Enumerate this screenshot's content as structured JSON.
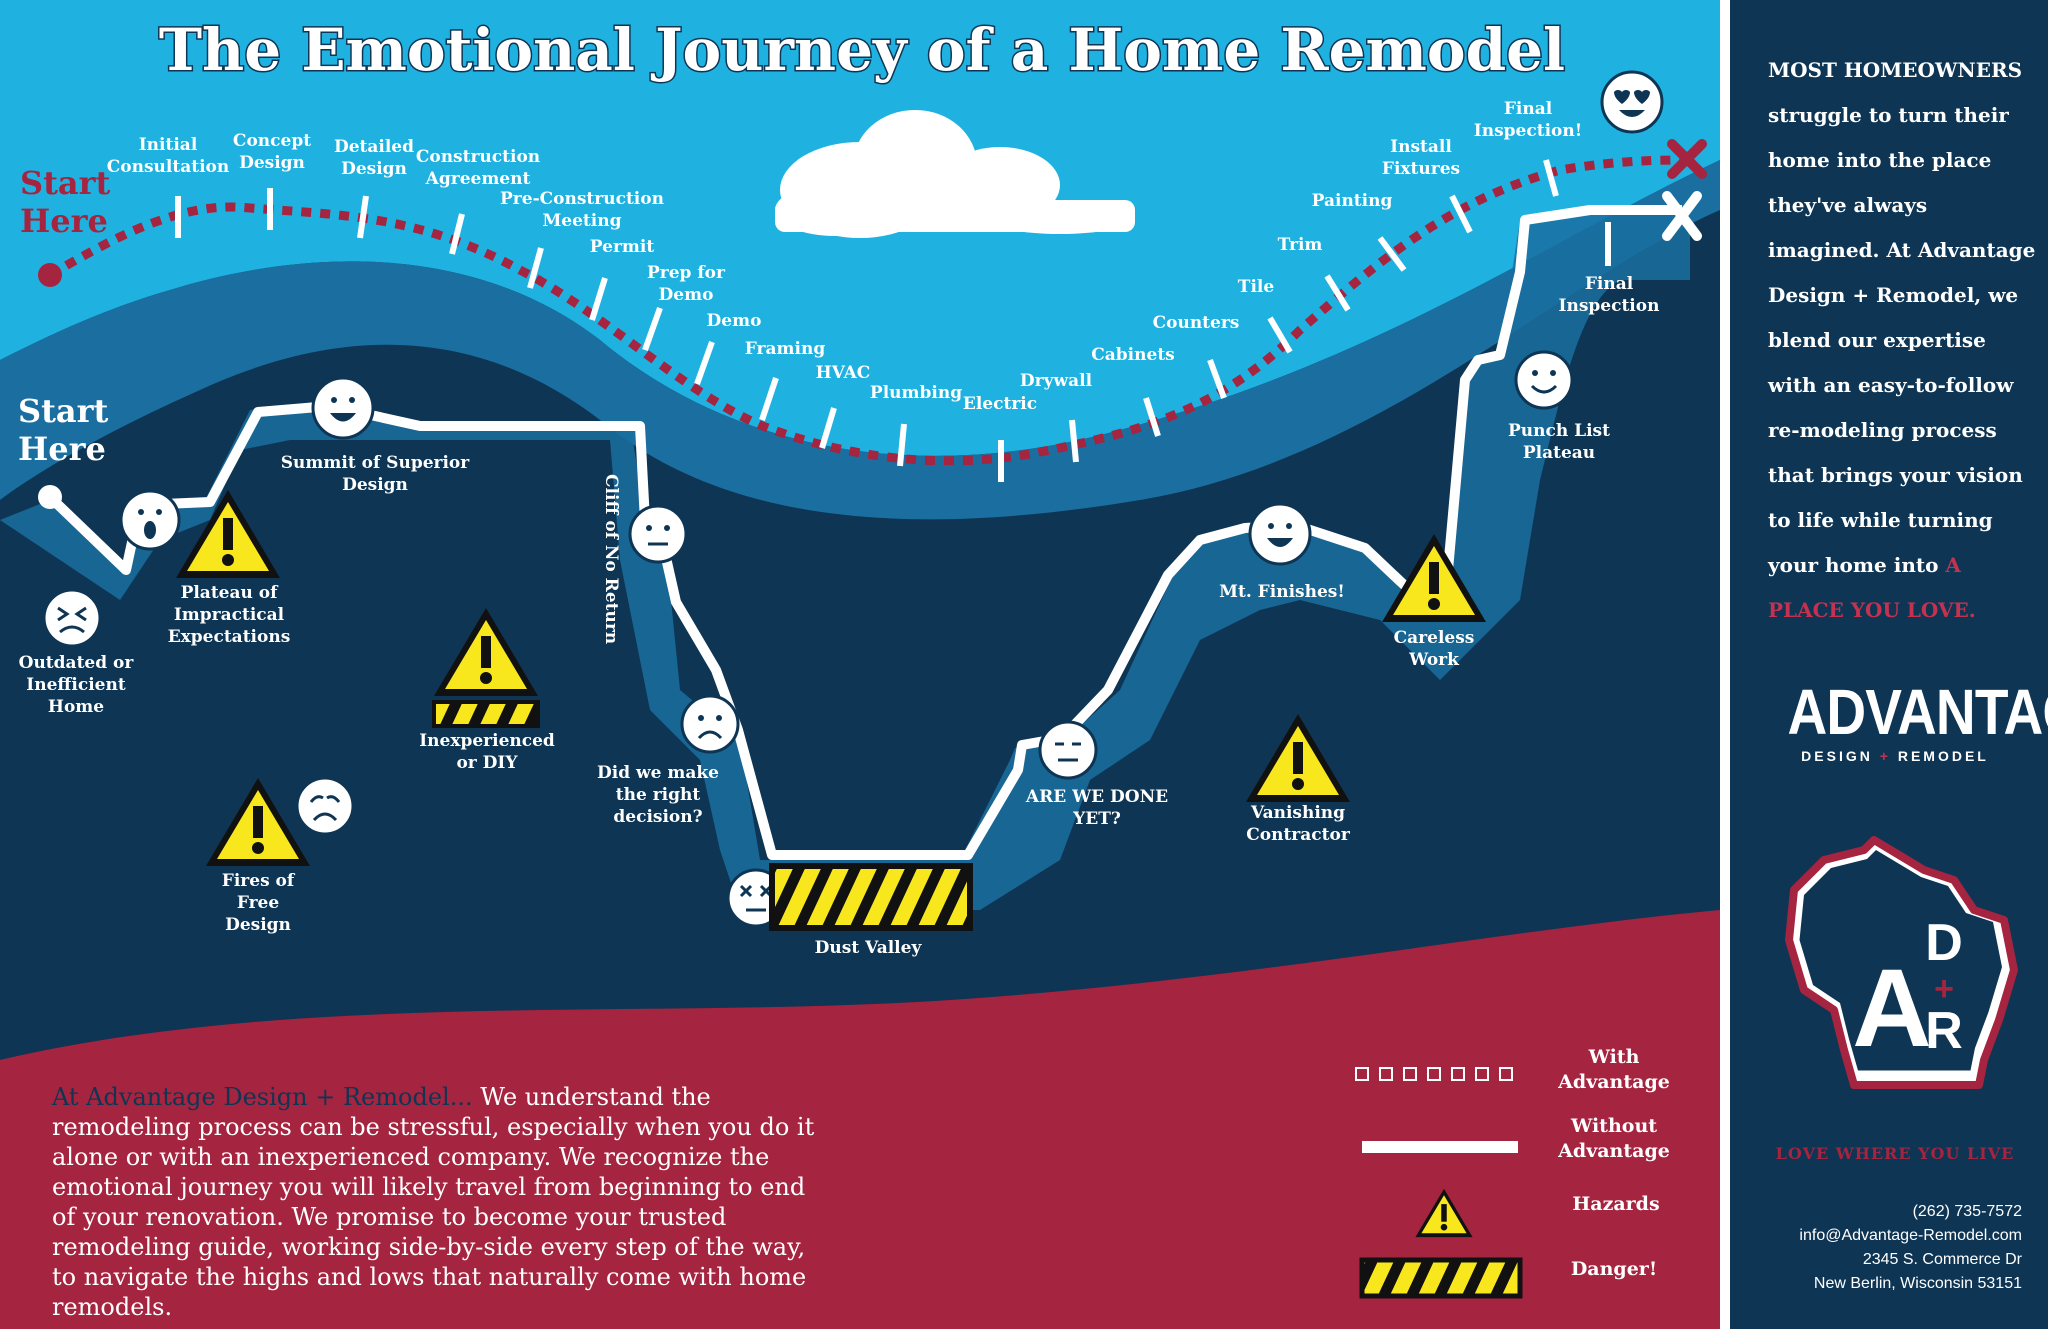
{
  "title": "The Emotional Journey of a Home Remodel",
  "colors": {
    "sky": "#1fb2e1",
    "mid_blue": "#1a6fa0",
    "navy": "#0e3554",
    "crimson": "#a5243f",
    "white": "#ffffff",
    "hazard_yellow": "#f8e71c"
  },
  "start_top": {
    "line1": "Start",
    "line2": "Here"
  },
  "start_bottom": {
    "line1": "Start",
    "line2": "Here"
  },
  "with_steps": [
    "Initial Consultation",
    "Concept Design",
    "Detailed Design",
    "Construction Agreement",
    "Pre-Construction Meeting",
    "Permit",
    "Prep for Demo",
    "Demo",
    "Framing",
    "HVAC",
    "Plumbing",
    "Electric",
    "Drywall",
    "Cabinets",
    "Counters",
    "Tile",
    "Trim",
    "Painting",
    "Install Fixtures",
    "Final Inspection!"
  ],
  "without_labels": {
    "outdated": "Outdated or Inefficient Home",
    "plateau": "Plateau of Impractical Expectations",
    "summit": "Summit of Superior Design",
    "cliff": "Cliff of No Return",
    "did_we": "Did we make the right decision?",
    "dust_valley": "Dust Valley",
    "are_we_done": "ARE WE DONE YET?",
    "mt_finishes": "Mt. Finishes!",
    "careless": "Careless Work",
    "punch_list": "Punch List Plateau",
    "final_inspection": "Final Inspection"
  },
  "hazard_labels": {
    "fires": "Fires of Free Design",
    "inexperienced": "Inexperienced or DIY",
    "vanishing": "Vanishing Contractor"
  },
  "paragraph": {
    "lead": "At Advantage Design + Remodel...",
    "body": "We understand the remodeling process can be stressful, especially when you do it alone or with an inexperienced company. We recognize the emotional journey you will likely travel from beginning to end of your renovation. We promise to become your trusted remodeling guide, working side-by-side every step of the way, to navigate the highs and lows that naturally come with home remodels."
  },
  "legend": [
    {
      "key": "with",
      "label": "With Advantage"
    },
    {
      "key": "without",
      "label": "Without Advantage"
    },
    {
      "key": "hazards",
      "label": "Hazards"
    },
    {
      "key": "danger",
      "label": "Danger!"
    }
  ],
  "sidebar": {
    "lead": "MOST HOMEOWNERS",
    "body": "struggle to turn their home into the place they've always imagined. At Advantage Design + Remodel, we blend our expertise with an easy-to-follow re-modeling process that brings your vision to life while turning your home into",
    "highlight": "A PLACE YOU LOVE.",
    "brand_big": "ADVANTAGE",
    "brand_small_1": "DESIGN",
    "brand_plus": "+",
    "brand_small_2": "REMODEL",
    "logo_a": "A",
    "logo_d": "D",
    "logo_plus": "+",
    "logo_r": "R",
    "tagline": "LOVE WHERE YOU LIVE",
    "phone": "(262) 735-7572",
    "email": "info@Advantage-Remodel.com",
    "address1": "2345 S. Commerce Dr",
    "address2": "New Berlin, Wisconsin 53151"
  }
}
